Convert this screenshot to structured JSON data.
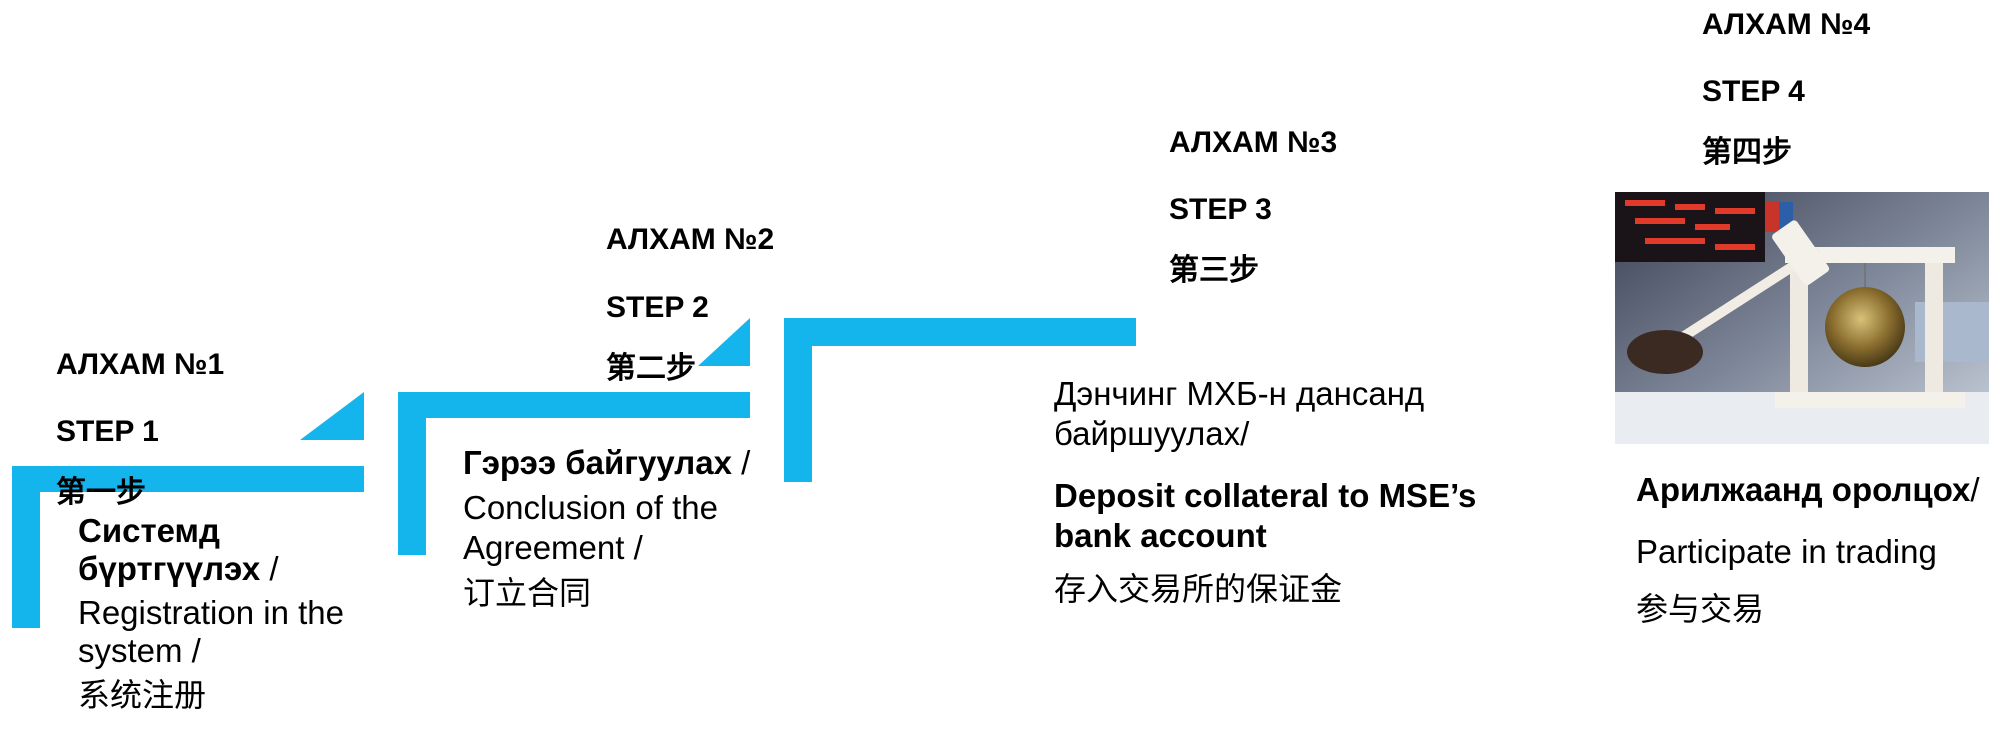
{
  "colors": {
    "stair_blue": "#14b4ec",
    "text": "#000000",
    "background": "#ffffff"
  },
  "steps": [
    {
      "number": "АЛХАМ №1",
      "step_en": "STEP 1",
      "step_zh": "第一步",
      "action_mn": "Системд бүртгүүлэх",
      "sep1": " /",
      "action_en": "Registration in the system /",
      "action_zh": "系统注册"
    },
    {
      "number": "АЛХАМ №2",
      "step_en": "STEP 2",
      "step_zh": "第二步",
      "action_mn": "Гэрээ байгуулах",
      "sep1": " /",
      "action_en": "Conclusion of the Agreement  /",
      "action_zh": "订立合同"
    },
    {
      "number": "АЛХАМ №3",
      "step_en": "STEP 3",
      "step_zh": "第三步",
      "action_mn": "Дэнчинг МХБ-н дансанд байршуулах/",
      "action_en": "Deposit collateral to MSE’s bank account",
      "action_zh": "存入交易所的保证金"
    },
    {
      "number": "АЛХАМ №4",
      "step_en": "STEP 4",
      "step_zh": "第四步",
      "action_mn": "Арилжаанд оролцох",
      "sep1": "/",
      "action_en": "Participate in trading",
      "action_zh": "参与交易"
    }
  ],
  "photo": {
    "icon": "trading-bell-photo"
  }
}
